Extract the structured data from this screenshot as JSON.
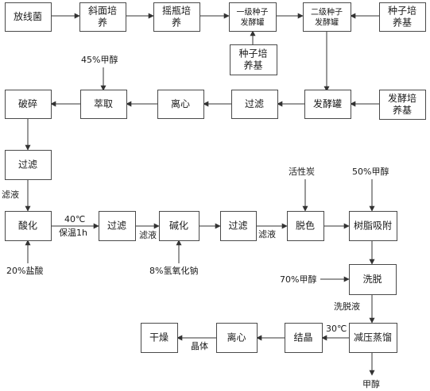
{
  "nodes": {
    "n1": [
      "放线菌"
    ],
    "n2": [
      "斜面培",
      "养"
    ],
    "n3": [
      "摇瓶培",
      "养"
    ],
    "n4": [
      "一级种子",
      "发酵罐"
    ],
    "n5": [
      "二级种子",
      "发酵罐"
    ],
    "n6": [
      "种子培",
      "养基"
    ],
    "n7": [
      "种子培",
      "养基"
    ],
    "n8": [
      "发酵培",
      "养基"
    ],
    "n9": [
      "发酵罐"
    ],
    "n10": [
      "过滤"
    ],
    "n11": [
      "离心"
    ],
    "n12": [
      "萃取"
    ],
    "n13": [
      "破碎"
    ],
    "n14": [
      "过滤"
    ],
    "n15": [
      "酸化"
    ],
    "n16": [
      "过滤"
    ],
    "n17": [
      "碱化"
    ],
    "n18": [
      "过滤"
    ],
    "n19": [
      "脱色"
    ],
    "n20": [
      "树脂吸附"
    ],
    "n21": [
      "洗脱"
    ],
    "n22": [
      "减压蒸馏"
    ],
    "n23": [
      "结晶"
    ],
    "n24": [
      "离心"
    ],
    "n25": [
      "干燥"
    ]
  },
  "labels": {
    "methanol45": "45%甲醇",
    "filtrate1": "滤液",
    "hcl": "20%盐酸",
    "temp40": "40℃",
    "hold": "保温1h",
    "filtrate2": "滤液",
    "naoh": "8%氢氧化钠",
    "filtrate3": "滤液",
    "carbon": "活性炭",
    "methanol50": "50%甲醇",
    "methanol70": "70%甲醇",
    "eluate": "洗脱液",
    "temp30": "30℃",
    "crystal": "晶体",
    "methanol_out": "甲醇"
  }
}
